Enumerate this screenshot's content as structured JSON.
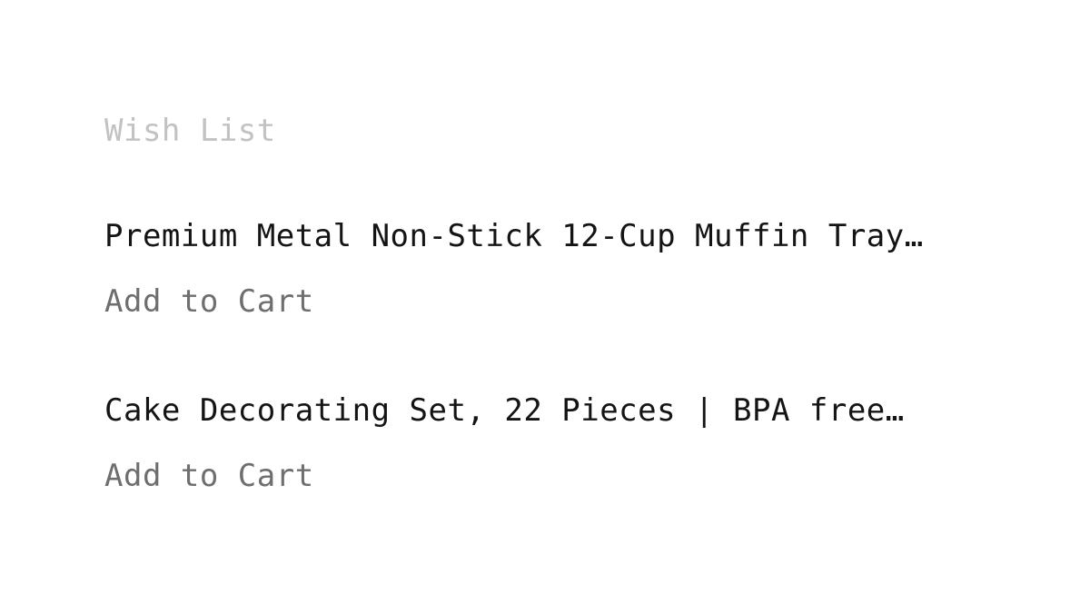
{
  "wishlist": {
    "title": "Wish List",
    "items": [
      {
        "name": "Premium Metal Non-Stick 12-Cup Muffin Tray…",
        "action_label": "Add to Cart"
      },
      {
        "name": "Cake Decorating Set, 22 Pieces | BPA free…",
        "action_label": "Add to Cart"
      }
    ]
  },
  "colors": {
    "title": "#c2c2c2",
    "item_text": "#141414",
    "action_text": "#6e6e6e",
    "background": "#ffffff"
  }
}
